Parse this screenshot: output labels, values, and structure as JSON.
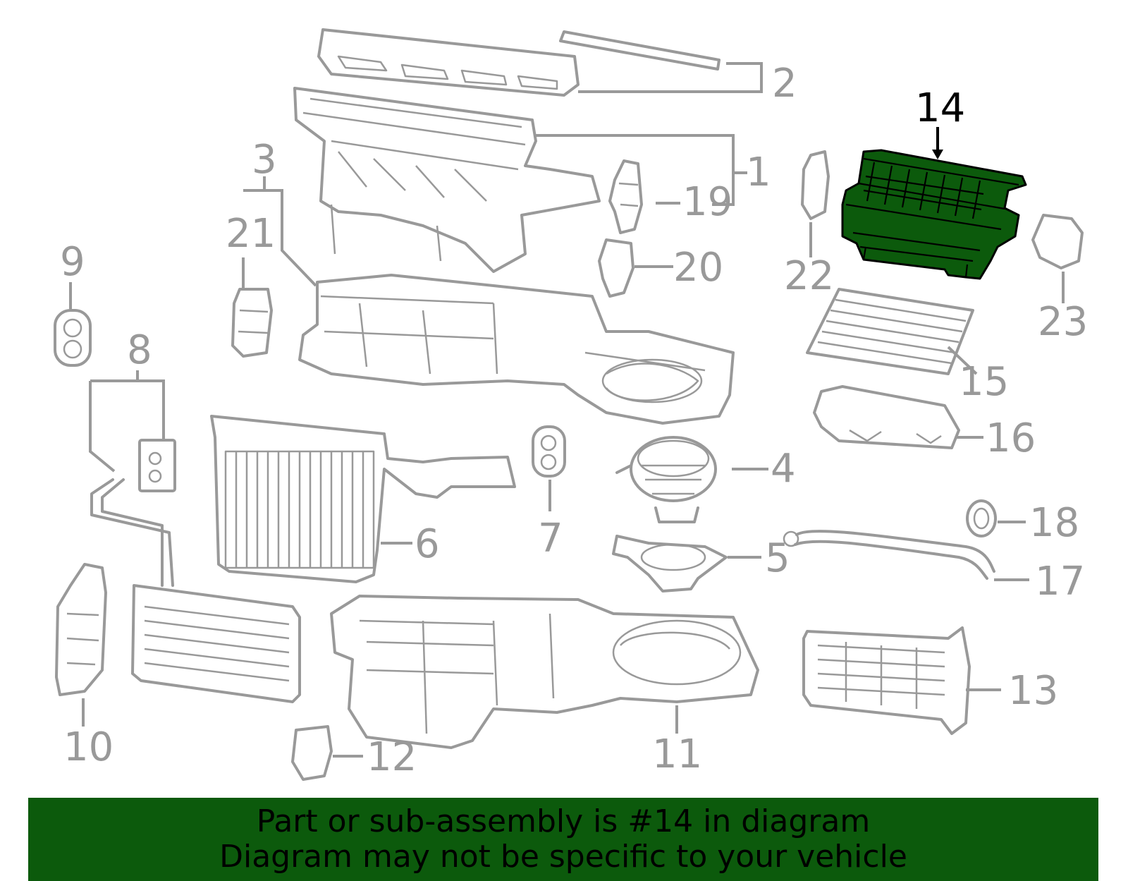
{
  "diagram": {
    "highlight_color": "#0c5a0c",
    "part_line_color": "#999999",
    "highlighted_callout": "14",
    "callouts": {
      "c1": "1",
      "c2": "2",
      "c3": "3",
      "c4": "4",
      "c5": "5",
      "c6": "6",
      "c7": "7",
      "c8": "8",
      "c9": "9",
      "c10": "10",
      "c11": "11",
      "c12": "12",
      "c13": "13",
      "c14": "14",
      "c15": "15",
      "c16": "16",
      "c17": "17",
      "c18": "18",
      "c19": "19",
      "c20": "20",
      "c21": "21",
      "c22": "22",
      "c23": "23"
    }
  },
  "banner": {
    "line1": "Part or sub-assembly is #14 in diagram",
    "line2": "Diagram may not be specific to your vehicle"
  }
}
